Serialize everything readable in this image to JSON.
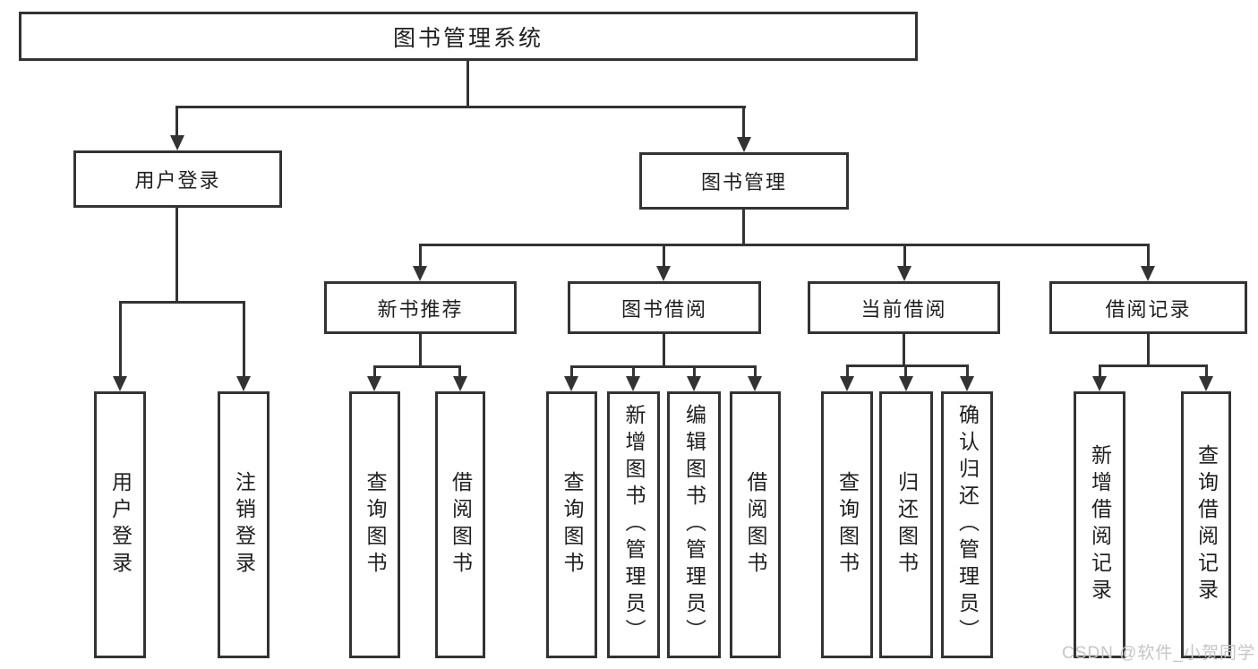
{
  "diagram_title": "图书管理系统",
  "colors": {
    "line": "#333333",
    "text": "#1f1f1f",
    "watermark": "#c6c6c6",
    "background": "#ffffff"
  },
  "tree": {
    "label": "图书管理系统",
    "children": [
      {
        "label": "用户登录",
        "children": [
          {
            "label": "用户登录"
          },
          {
            "label": "注销登录"
          }
        ]
      },
      {
        "label": "图书管理",
        "children": [
          {
            "label": "新书推荐",
            "children": [
              {
                "label": "查询图书"
              },
              {
                "label": "借阅图书"
              }
            ]
          },
          {
            "label": "图书借阅",
            "children": [
              {
                "label": "查询图书"
              },
              {
                "label": "新增图书（管理员）"
              },
              {
                "label": "编辑图书（管理员）"
              },
              {
                "label": "借阅图书"
              }
            ]
          },
          {
            "label": "当前借阅",
            "children": [
              {
                "label": "查询图书"
              },
              {
                "label": "归还图书"
              },
              {
                "label": "确认归还（管理员）"
              }
            ]
          },
          {
            "label": "借阅记录",
            "children": [
              {
                "label": "新增借阅记录"
              },
              {
                "label": "查询借阅记录"
              }
            ]
          }
        ]
      }
    ]
  },
  "watermark": {
    "text": "CSDN @软件_小贺同学"
  }
}
